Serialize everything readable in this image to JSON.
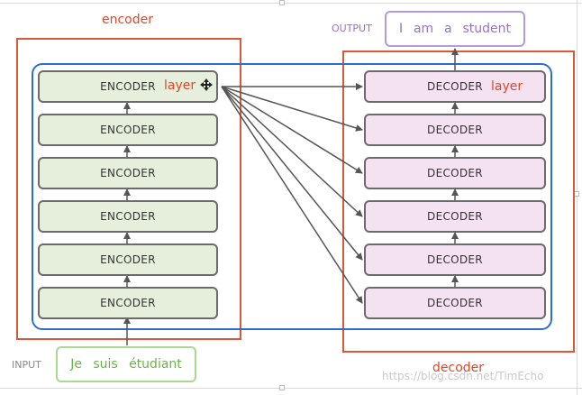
{
  "labels": {
    "encoder_group": "encoder",
    "decoder_group": "decoder",
    "layer_word": "layer",
    "encoder_block": "ENCODER",
    "decoder_block": "DECODER",
    "input_label": "INPUT",
    "output_label": "OUTPUT",
    "watermark": "https://blog.csdn.net/TimEcho"
  },
  "input_words": [
    "Je",
    "suis",
    "étudiant"
  ],
  "output_words": [
    "I",
    "am",
    "a",
    "student"
  ],
  "colors": {
    "encoder_fill": "#e6efdc",
    "decoder_fill": "#f4e2f0",
    "frame_red": "#d9593a",
    "frame_blue": "#2f6dcc",
    "input_green": "#7cbf5a",
    "output_purple": "#9b6fc4"
  }
}
